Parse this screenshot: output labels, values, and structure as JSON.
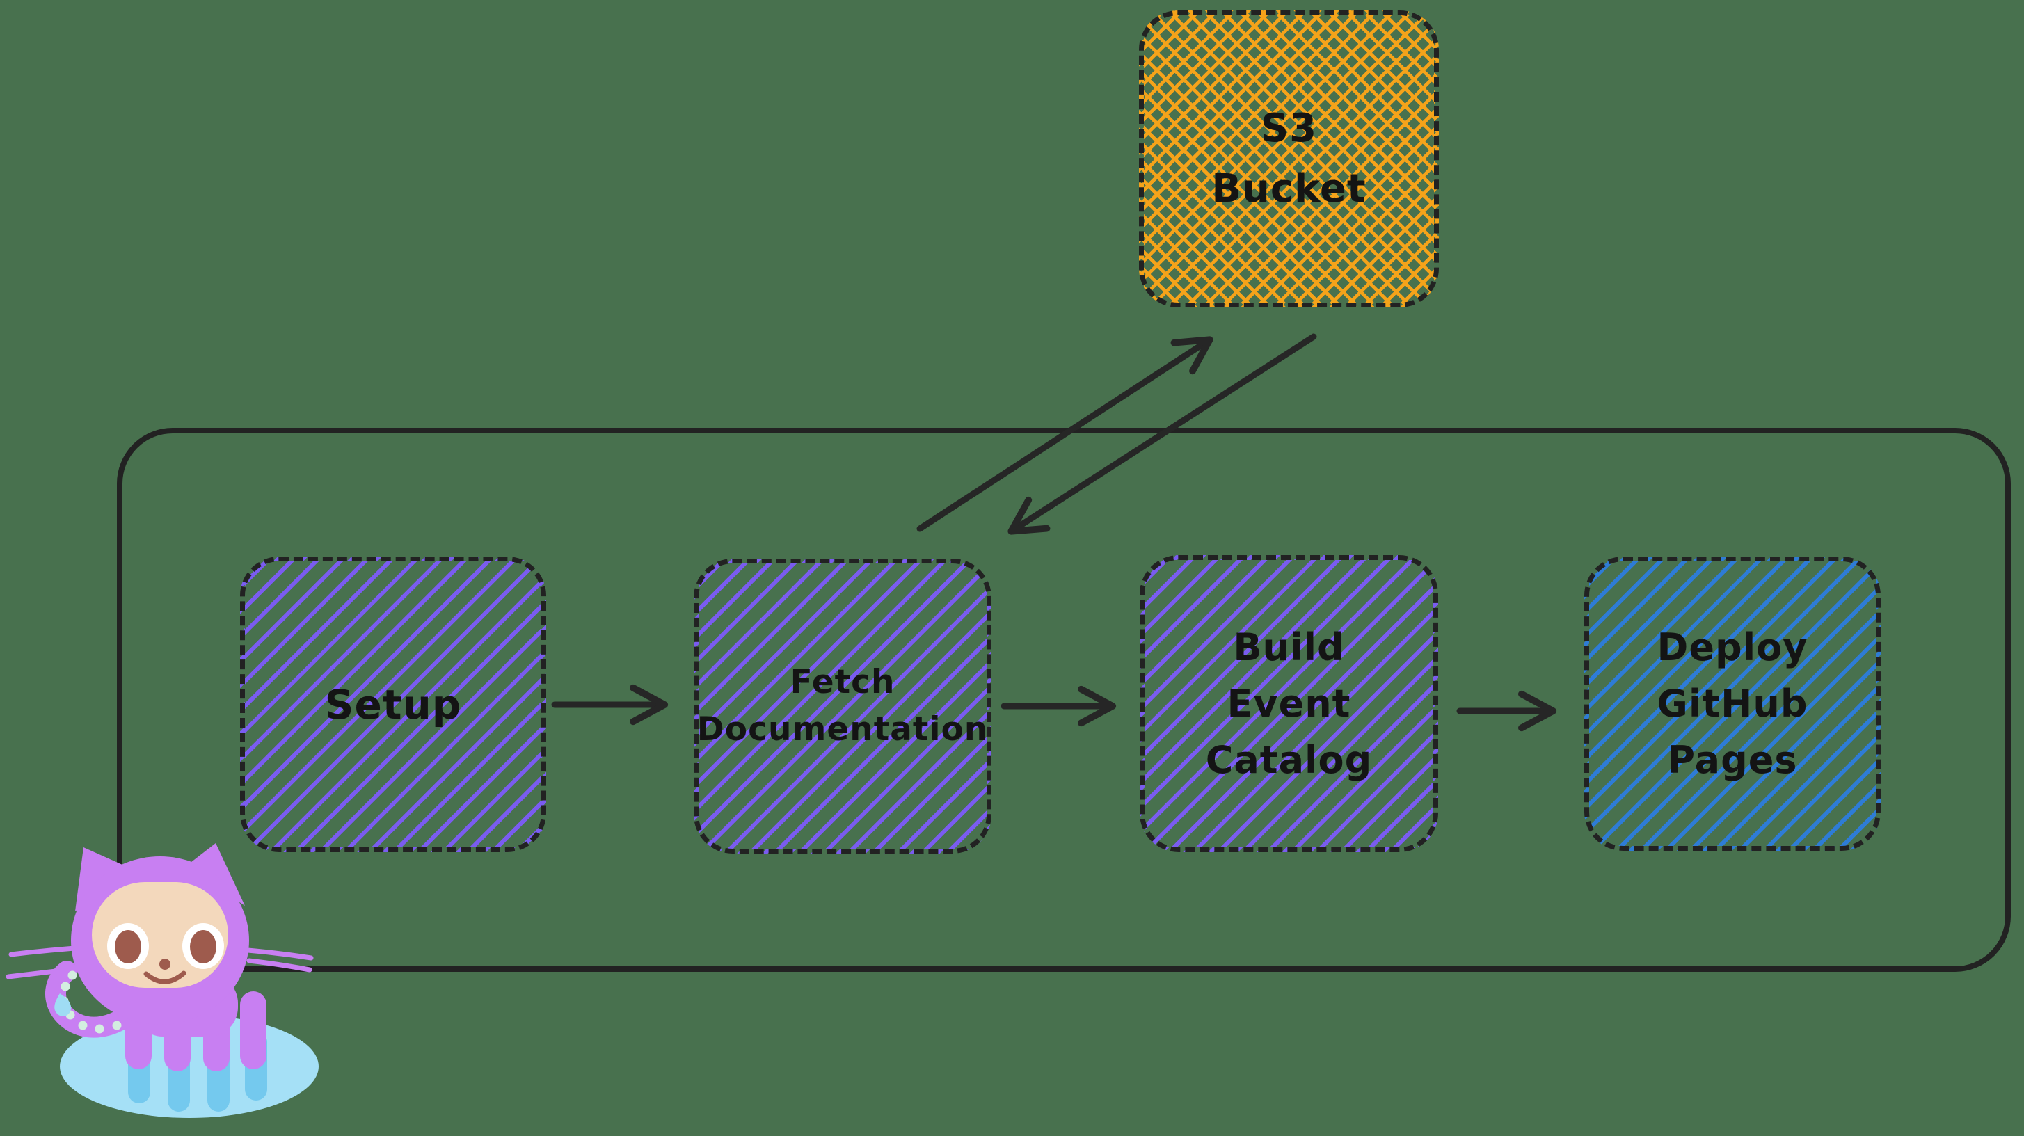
{
  "colors": {
    "background": "#48714e",
    "ink": "#222222",
    "hatch-purple": "#7a5cf0",
    "hatch-blue": "#2e7cd6",
    "hatch-orange": "#f5a31a",
    "octo-purple": "#c87ff2",
    "octo-face": "#f3d8bc",
    "octo-brown": "#9e5b4d",
    "octo-puddle": "#a5e0f6",
    "octo-reflection": "#74c9ee",
    "octo-dot": "#d3eee0",
    "octo-tear": "#9fdcf4"
  },
  "diagram": {
    "storage_node": {
      "id": "s3-bucket",
      "label": "S3\nBucket",
      "fill": "orange-crosshatch"
    },
    "pipeline": {
      "nodes": [
        {
          "id": "setup",
          "label": "Setup",
          "fill": "purple-diagonal-hatch"
        },
        {
          "id": "fetch-documentation",
          "label": "Fetch\nDocumentation",
          "fill": "purple-diagonal-hatch"
        },
        {
          "id": "build-event-catalog",
          "label": "Build\nEvent\nCatalog",
          "fill": "purple-diagonal-hatch"
        },
        {
          "id": "deploy-github-pages",
          "label": "Deploy\nGitHub\nPages",
          "fill": "blue-diagonal-hatch"
        }
      ]
    },
    "edges": [
      {
        "from": "setup",
        "to": "fetch-documentation",
        "style": "arrow"
      },
      {
        "from": "fetch-documentation",
        "to": "build-event-catalog",
        "style": "arrow"
      },
      {
        "from": "build-event-catalog",
        "to": "deploy-github-pages",
        "style": "arrow"
      },
      {
        "from": "fetch-documentation",
        "to": "s3-bucket",
        "style": "arrow"
      },
      {
        "from": "s3-bucket",
        "to": "fetch-documentation",
        "style": "arrow"
      }
    ],
    "mascot": "github-octocat"
  }
}
